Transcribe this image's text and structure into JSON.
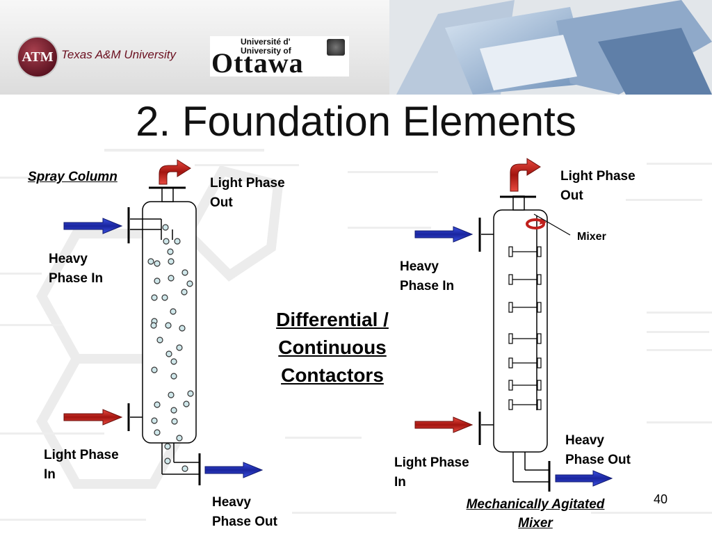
{
  "header": {
    "tamu_seal": "ATM",
    "tamu_name": "Texas A&M University",
    "ottawa_line1": "Université d'",
    "ottawa_line2": "University of",
    "ottawa_name": "Ottawa"
  },
  "title": "2. Foundation Elements",
  "left_diagram": {
    "heading": "Spray Column",
    "light_out": "Light Phase\nOut",
    "heavy_in": "Heavy\nPhase In",
    "light_in": "Light Phase\nIn",
    "heavy_out": "Heavy\nPhase Out"
  },
  "center_label": "Differential /\nContinuous\nContactors",
  "right_diagram": {
    "heading": "Mechanically Agitated\nMixer",
    "light_out": "Light Phase\nOut",
    "mixer": "Mixer",
    "heavy_in": "Heavy\nPhase In",
    "heavy_out": "Heavy\nPhase Out",
    "light_in": "Light Phase\nIn"
  },
  "page_number": "40",
  "colors": {
    "heavy_arrow": "#1f2fb5",
    "light_arrow": "#c0201c",
    "bubble": "#cfe7ea",
    "tamu_maroon": "#6b1020"
  }
}
